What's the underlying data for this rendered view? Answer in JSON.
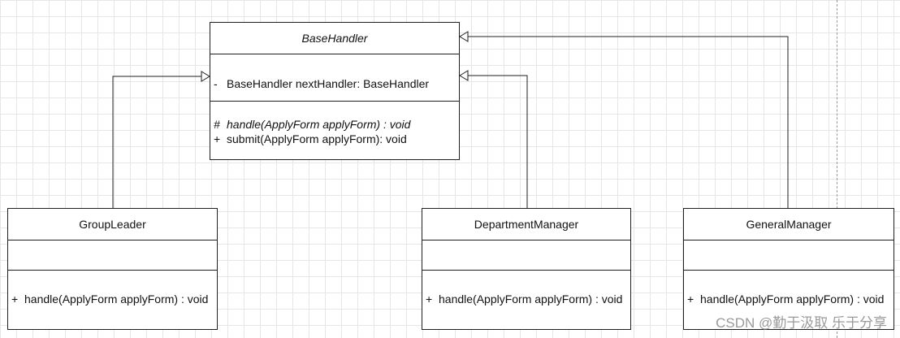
{
  "base_class": {
    "name": "BaseHandler",
    "attribute": {
      "visibility": "-",
      "text": "BaseHandler nextHandler: BaseHandler"
    },
    "operations": [
      {
        "visibility": "#",
        "text": "handle(ApplyForm applyForm) : void",
        "abstract": true
      },
      {
        "visibility": "+",
        "text": "submit(ApplyForm applyForm): void",
        "abstract": false
      }
    ]
  },
  "subclasses": [
    {
      "name": "GroupLeader",
      "operation": {
        "visibility": "+",
        "text": "handle(ApplyForm applyForm) : void"
      }
    },
    {
      "name": "DepartmentManager",
      "operation": {
        "visibility": "+",
        "text": "handle(ApplyForm applyForm) : void"
      }
    },
    {
      "name": "GeneralManager",
      "operation": {
        "visibility": "+",
        "text": "handle(ApplyForm applyForm) : void"
      }
    }
  ],
  "relationships": [
    {
      "from": "GroupLeader",
      "to": "BaseHandler",
      "type": "generalization"
    },
    {
      "from": "DepartmentManager",
      "to": "BaseHandler",
      "type": "generalization"
    },
    {
      "from": "GeneralManager",
      "to": "BaseHandler",
      "type": "generalization"
    }
  ],
  "watermark": "CSDN @勤于汲取 乐于分享",
  "colors": {
    "line": "#1f1f1f",
    "grid": "#e6e6e6",
    "watermark": "#9a9a9a"
  }
}
